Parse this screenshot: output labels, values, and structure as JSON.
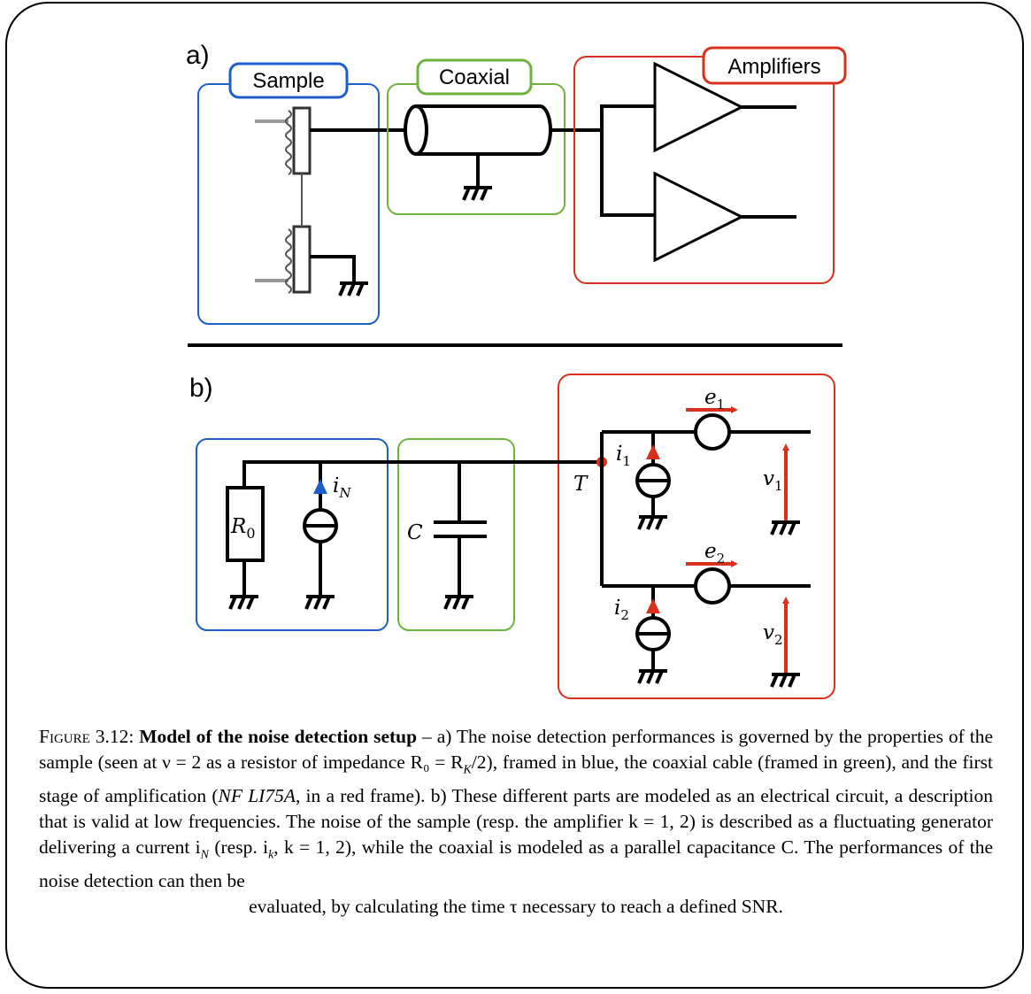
{
  "panel_a": {
    "label": "a)",
    "sample_label": "Sample",
    "coaxial_label": "Coaxial",
    "amplifiers_label": "Amplifiers"
  },
  "panel_b": {
    "label": "b)",
    "r0_label": "R",
    "r0_sub": "0",
    "in_label": "i",
    "in_sub": "N",
    "c_label": "C",
    "t_label": "T",
    "i1_label": "i",
    "i1_sub": "1",
    "i2_label": "i",
    "i2_sub": "2",
    "e1_label": "e",
    "e1_sub": "1",
    "e2_label": "e",
    "e2_sub": "2",
    "v1_label": "v",
    "v1_sub": "1",
    "v2_label": "v",
    "v2_sub": "2"
  },
  "colors": {
    "blue": "#1d5fc9",
    "green": "#6eb33f",
    "red": "#d8301a",
    "black": "#000000"
  },
  "caption": {
    "figure_label": "Figure 3.12:",
    "title": "Model of the noise detection setup",
    "line1": " – a) The noise detection performances is governed by the properties of the sample (seen at ν = 2 as a resistor of impedance R₀ = R",
    "line1b": "/2), framed in blue, the coaxial cable (framed in green), and the first stage of amplification (",
    "model": "NF LI75A",
    "line2": ", in a red frame). b) These different parts are modeled as an electrical circuit, a description that is valid at low frequencies. The noise of the sample (resp. the amplifier k = 1, 2) is described as a fluctuating generator delivering a current i",
    "line3": " (resp. i",
    "line3b": ", k = 1, 2), while the coaxial is modeled as a parallel capacitance C. The performances of the noise detection can then be",
    "line_last": "evaluated, by calculating the time τ necessary to reach a defined SNR.",
    "sub_k": "K",
    "sub_n": "N",
    "sub_kk": "k"
  }
}
